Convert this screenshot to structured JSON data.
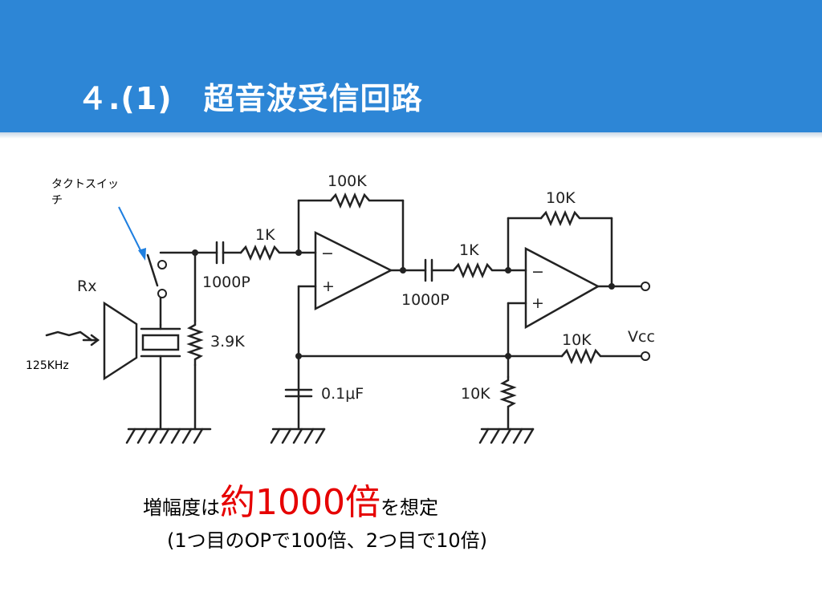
{
  "slide": {
    "title": "４.(1)　超音波受信回路",
    "annotation": "タクトスイッチ",
    "annotation_line1": "タクトスイッ",
    "annotation_line2": "チ",
    "freq_label": "125KHz",
    "caption_prefix": "増幅度は",
    "caption_highlight": "約1000倍",
    "caption_suffix": "を想定",
    "caption_detail": "(1つ目のOPで100倍、2つ目で10倍)"
  },
  "circuit": {
    "labels": {
      "rx": "Rx",
      "r1": "1K",
      "c1": "1000P",
      "rf1": "100K",
      "r_bias": "3.9K",
      "c_bias": "0.1μF",
      "r2": "1K",
      "c2": "1000P",
      "rf2": "10K",
      "r_vcc": "10K",
      "r_gnd": "10K",
      "vcc": "Vcc",
      "minus1": "−",
      "plus1": "+",
      "minus2": "−",
      "plus2": "+"
    }
  }
}
